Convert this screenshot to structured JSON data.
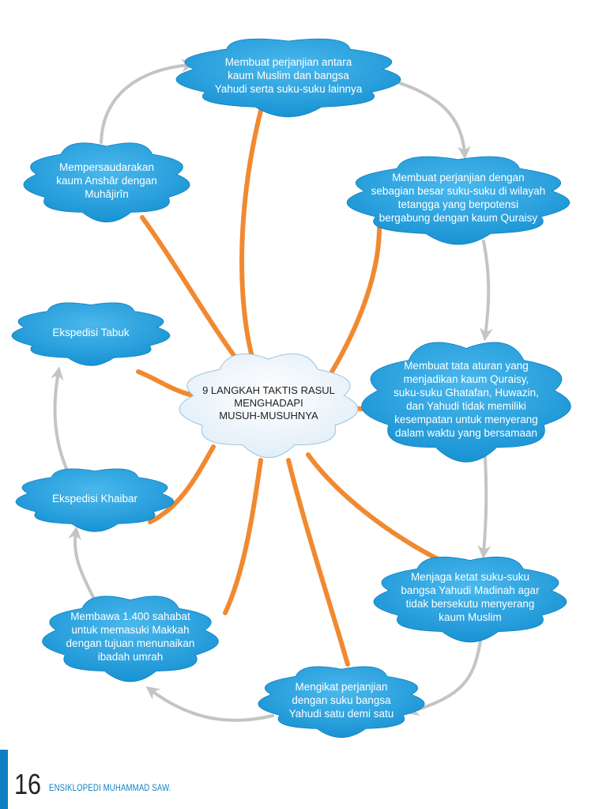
{
  "diagram": {
    "center": "9 LANGKAH TAKTIS RASUL\nMENGHADAPI\nMUSUH-MUSUHNYA",
    "steps": [
      "Membuat perjanjian antara\nkaum Muslim dan bangsa\nYahudi serta suku-suku lainnya",
      "Membuat perjanjian dengan\nsebagian besar suku-suku di wilayah\ntetangga yang berpotensi\nbergabung dengan kaum Quraisy",
      "Membuat tata aturan yang\nmenjadikan kaum Quraisy,\nsuku-suku Ghatafan, Huwazin,\ndan Yahudi  tidak memiliki\nkesempatan untuk menyerang\ndalam waktu yang bersamaan",
      "Menjaga ketat suku-suku\nbangsa Yahudi Madinah agar\ntidak bersekutu menyerang\nkaum Muslim",
      "Mengikat perjanjian\ndengan suku bangsa\nYahudi satu demi satu",
      "Membawa 1.400 sahabat\nuntuk memasuki Makkah\ndengan tujuan menunaikan\nibadah umrah",
      "Ekspedisi Khaibar",
      "Ekspedisi Tabuk",
      "Mempersaudarakan\nkaum Anshâr dengan\nMuhâjirîn"
    ],
    "colors": {
      "cloud_blue": "#1c9ad8",
      "cloud_blue_light": "#3fb4ea",
      "center_cloud": "#eaf3fa",
      "connector": "#f07f1e",
      "arrow": "#c4c4c4"
    }
  },
  "footer": {
    "page_number": "16",
    "book_title": "ENSIKLOPEDI MUHAMMAD SAW."
  }
}
